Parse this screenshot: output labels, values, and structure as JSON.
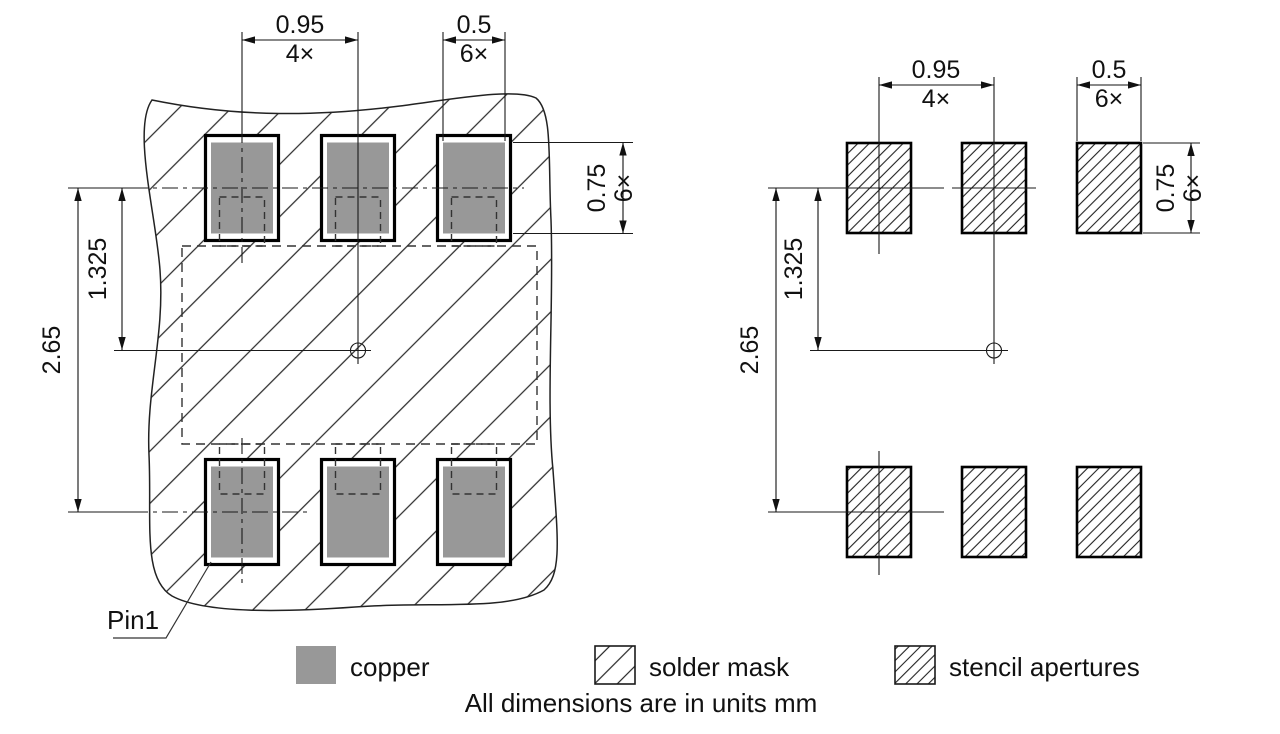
{
  "drawing": {
    "caption": "All dimensions are in units mm",
    "pin1": "Pin1"
  },
  "dims": {
    "pitch": {
      "value": "0.95",
      "count": "4×"
    },
    "pad_width": {
      "value": "0.5",
      "count": "6×"
    },
    "pad_height": {
      "value": "0.75",
      "count": "6×"
    },
    "row_offset": {
      "value": "1.325"
    },
    "row_spacing": {
      "value": "2.65"
    }
  },
  "legend": {
    "copper": "copper",
    "solder_mask": "solder mask",
    "stencil_apertures": "stencil apertures"
  },
  "colors": {
    "copper": "#989898",
    "line": "#1a1a1a"
  }
}
